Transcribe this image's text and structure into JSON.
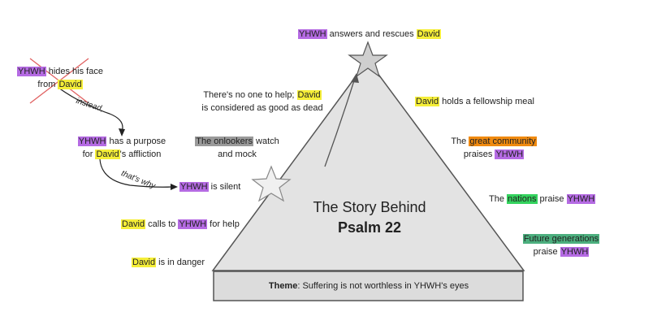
{
  "title": {
    "line1": "The Story Behind",
    "line2": "Psalm 22"
  },
  "theme": {
    "label": "Theme",
    "text": ": Suffering is not worthless in YHWH's eyes"
  },
  "top": {
    "yhwh": "YHWH",
    "mid": " answers and rescues ",
    "david": "David"
  },
  "hides": {
    "yhwh": "YHWH",
    "rest": " hides his face",
    "line2a": "from ",
    "david": "David"
  },
  "instead": "instead,",
  "purpose": {
    "yhwh": "YHWH",
    "rest": " has a purpose",
    "line2a": "for ",
    "david": "David",
    "line2b": "'s affliction"
  },
  "thats_why": "that's why",
  "silent": {
    "yhwh": "YHWH",
    "rest": " is silent"
  },
  "calls": {
    "david": "David",
    "mid": " calls to ",
    "yhwh": "YHWH",
    "rest": " for help"
  },
  "danger": {
    "david": "David",
    "rest": " is in danger"
  },
  "no_help": {
    "line1": "There's no one to help; ",
    "david": "David",
    "line2": "is considered as good as dead"
  },
  "onlookers": {
    "hl": "The onlookers",
    "rest": " watch",
    "line2": "and mock"
  },
  "fellowship": {
    "david": "David",
    "rest": " holds a fellowship meal"
  },
  "community": {
    "pre": "The ",
    "hl": "great community",
    "line2a": "praises ",
    "yhwh": "YHWH"
  },
  "nations": {
    "pre": "The ",
    "hl": "nations",
    "mid": " praise ",
    "yhwh": "YHWH"
  },
  "future": {
    "hl": "Future generations",
    "line2a": "praise ",
    "yhwh": "YHWH"
  },
  "colors": {
    "yhwh": "#b56be3",
    "david": "#f5ee38",
    "onlookers": "#9a9a9a",
    "community": "#f08a10",
    "nations": "#34d35e",
    "future": "#4caf7e"
  }
}
